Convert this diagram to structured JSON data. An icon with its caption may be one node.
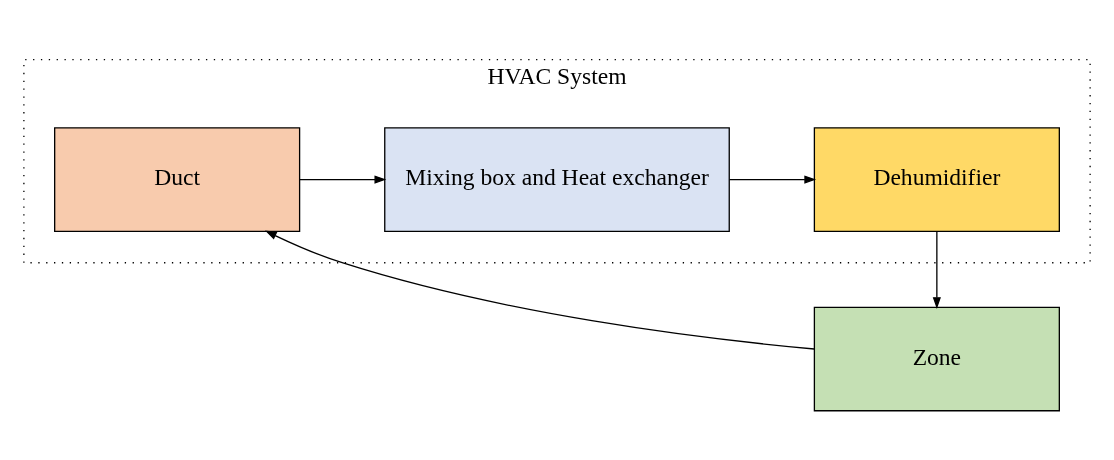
{
  "diagram": {
    "nodes": [
      {
        "text": [
          "HVAC System"
        ]
      },
      {
        "text": [
          "Duct"
        ],
        "in": 0
      },
      {
        "text": [
          "Mixing box and Heat exchanger"
        ],
        "in": 0
      },
      {
        "text": [
          "Dehumidifier"
        ],
        "in": 0
      },
      {
        "text": [
          "Zone"
        ]
      }
    ],
    "edges": [
      {
        "from": 1,
        "to": 2,
        "arrow": "to"
      },
      {
        "from": 2,
        "to": 3,
        "arrow": "to"
      },
      {
        "from": 3,
        "to": 4,
        "arrow": "to"
      },
      {
        "from": 4,
        "to": 1,
        "arrow": "to"
      }
    ]
  }
}
